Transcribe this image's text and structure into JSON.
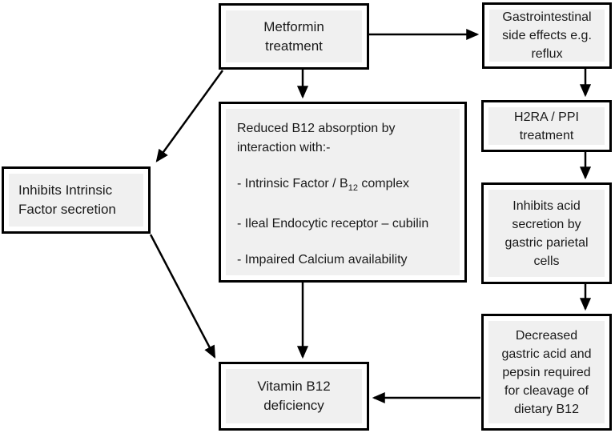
{
  "diagram": {
    "type": "flowchart",
    "colors": {
      "background": "#ffffff",
      "box_border": "#000000",
      "box_fill": "#f0f0f0",
      "text": "#1a1a1a",
      "arrow": "#000000"
    },
    "nodes": {
      "metformin": {
        "lines": [
          "Metformin",
          "treatment"
        ]
      },
      "gi": {
        "lines": [
          "Gastrointestinal",
          "side effects e.g.",
          "reflux"
        ]
      },
      "reduced_absorption": {
        "intro_lines": [
          "Reduced B12 absorption by",
          "interaction with:-"
        ],
        "bullet_if": {
          "pre": "- Intrinsic Factor / B",
          "sub": "12",
          "post": " complex"
        },
        "bullet_ileal": "- Ileal Endocytic receptor – cubilin",
        "bullet_calcium": "- Impaired Calcium availability"
      },
      "inhibits_if": {
        "lines": [
          "Inhibits Intrinsic",
          "Factor secretion"
        ]
      },
      "h2ra": {
        "lines": [
          "H2RA / PPI",
          "treatment"
        ]
      },
      "inhibits_acid": {
        "lines": [
          "Inhibits acid",
          "secretion by",
          "gastric parietal",
          "cells"
        ]
      },
      "decreased_acid": {
        "lines": [
          "Decreased",
          "gastric acid and",
          "pepsin required",
          "for cleavage of",
          "dietary B12"
        ]
      },
      "b12_deficiency": {
        "lines": [
          "Vitamin B12",
          "deficiency"
        ]
      }
    },
    "edges": [
      {
        "from": "metformin",
        "to": "gi"
      },
      {
        "from": "metformin",
        "to": "reduced_absorption"
      },
      {
        "from": "metformin",
        "to": "inhibits_if"
      },
      {
        "from": "gi",
        "to": "h2ra"
      },
      {
        "from": "h2ra",
        "to": "inhibits_acid"
      },
      {
        "from": "inhibits_acid",
        "to": "decreased_acid"
      },
      {
        "from": "decreased_acid",
        "to": "b12_deficiency"
      },
      {
        "from": "reduced_absorption",
        "to": "b12_deficiency"
      },
      {
        "from": "inhibits_if",
        "to": "b12_deficiency"
      }
    ]
  }
}
